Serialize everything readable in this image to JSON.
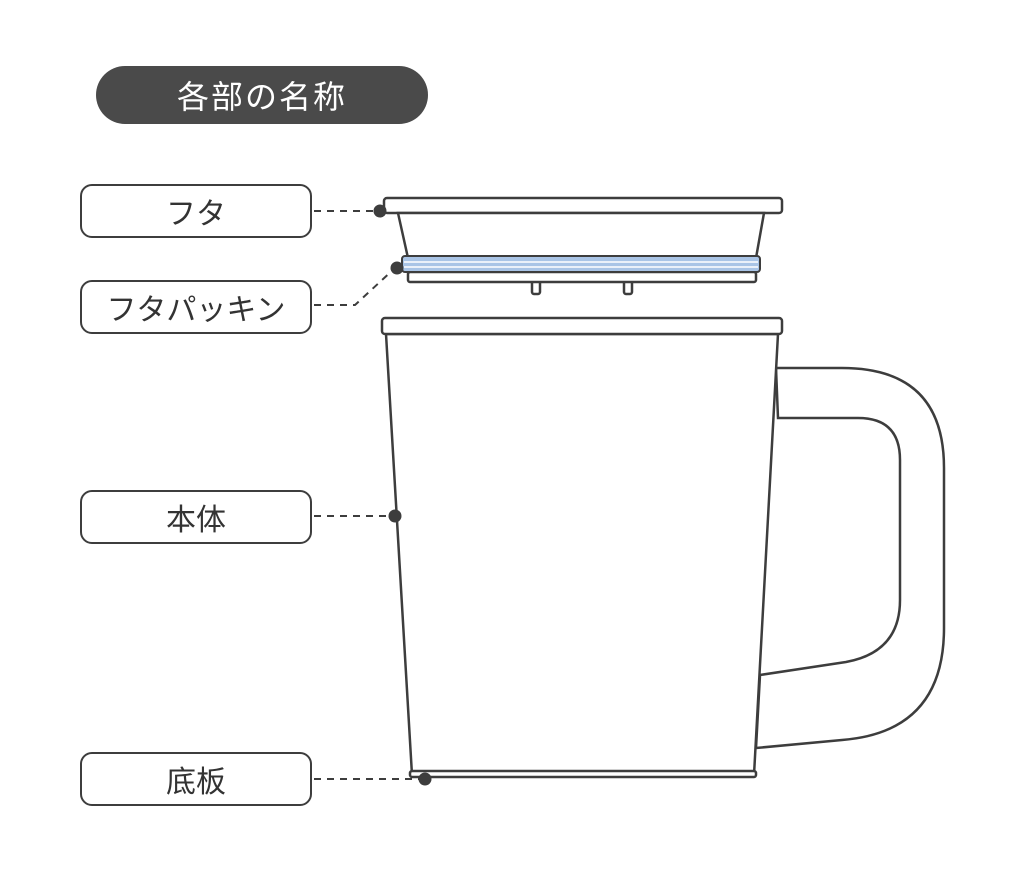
{
  "title": "各部の名称",
  "parts": {
    "lid": "フタ",
    "gasket": "フタパッキン",
    "body": "本体",
    "bottom": "底板"
  },
  "colors": {
    "title_bg": "#4a4a4a",
    "outline": "#3d3d3d",
    "gasket": "#a9c4e6",
    "dot": "#3d3d3d"
  }
}
